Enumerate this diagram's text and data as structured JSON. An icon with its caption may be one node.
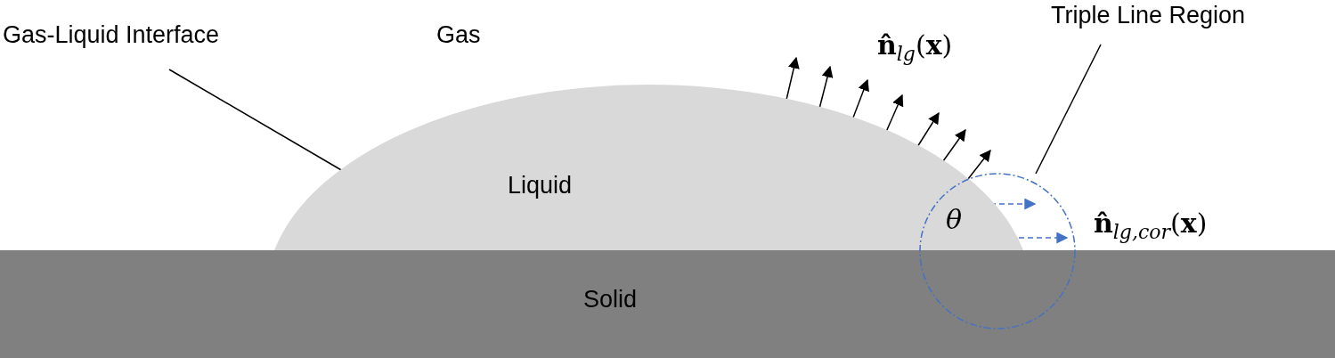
{
  "diagram": {
    "nodes": [
      {
        "text": [
          "Gas-Liquid Interface"
        ]
      },
      {
        "text": [
          "Liquid"
        ]
      },
      {
        "text": [
          "Solid"
        ]
      },
      {
        "text": [
          "Triple Line Region"
        ]
      },
      {
        "text": [],
        "shape": "circle"
      }
    ],
    "edges": [
      {
        "from": 0,
        "to": 1,
        "arrow": "none"
      },
      {
        "from": 3,
        "to": 4,
        "arrow": "none"
      }
    ],
    "labels": [
      "Gas",
      "**n̂**$_{lg}$(**x**)",
      "θ",
      "**n̂**$_{lg,cor}$(**x**)"
    ]
  }
}
